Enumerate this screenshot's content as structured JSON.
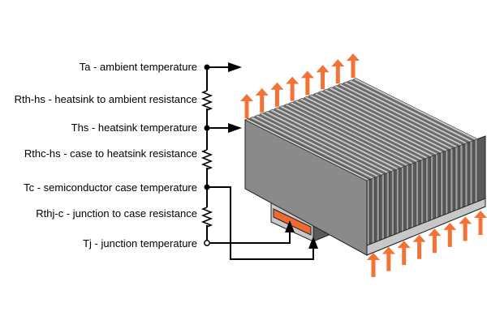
{
  "labels": {
    "ta": "Ta - ambient temperature",
    "rth_hs": "Rth-hs - heatsink to ambient resistance",
    "ths": "Ths - heatsink temperature",
    "rthc_hs": "Rthc-hs - case to heatsink resistance",
    "tc": "Tc - semiconductor case temperature",
    "rthj_c": "Rthj-c - junction to case resistance",
    "tj": "Tj - junction temperature"
  },
  "colors": {
    "airflow": "#f37336",
    "heatsink_front": "#8a8a8a",
    "heatsink_light": "#c8c8c8",
    "heatsink_dark": "#5a5a5a",
    "device_die": "#f06a2e",
    "circuit": "#000000"
  },
  "icons": {
    "airflow_arrow": "up-arrow-icon",
    "probe_arrow": "arrow-icon",
    "resistor": "resistor-zigzag-icon",
    "node": "dot-icon"
  }
}
